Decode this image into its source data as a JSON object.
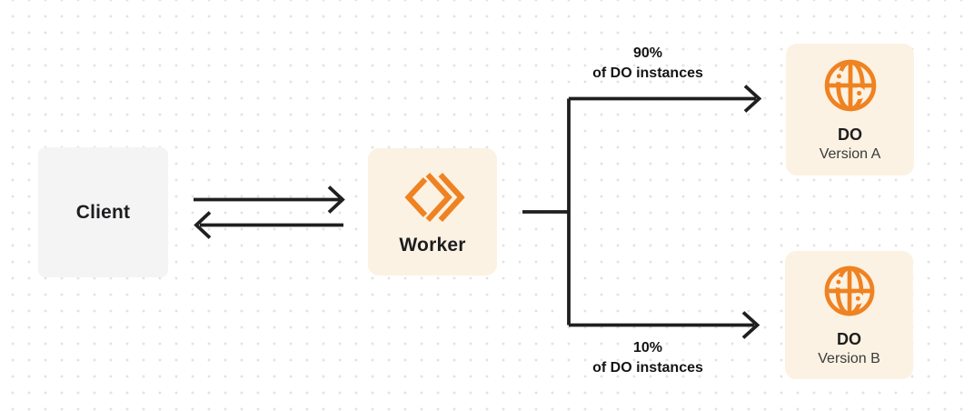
{
  "diagram": {
    "nodes": {
      "client": {
        "label": "Client"
      },
      "worker": {
        "label": "Worker"
      },
      "do_a": {
        "title": "DO",
        "subtitle": "Version A"
      },
      "do_b": {
        "title": "DO",
        "subtitle": "Version B"
      }
    },
    "edge_labels": {
      "to_do_a": {
        "line1": "90%",
        "line2": "of DO instances"
      },
      "to_do_b": {
        "line1": "10%",
        "line2": "of DO instances"
      }
    },
    "icons": {
      "worker_icon": "workers-chevrons-icon",
      "do_icon": "globe-icon"
    },
    "colors": {
      "accent_orange": "#EF8221",
      "cream_node_bg": "#FCF2E3",
      "gray_node_bg": "#F4F4F5",
      "line_color": "#1F1F1F",
      "canvas_bg": "#FFFFFF",
      "grid_dot": "#E3E3E3"
    }
  }
}
